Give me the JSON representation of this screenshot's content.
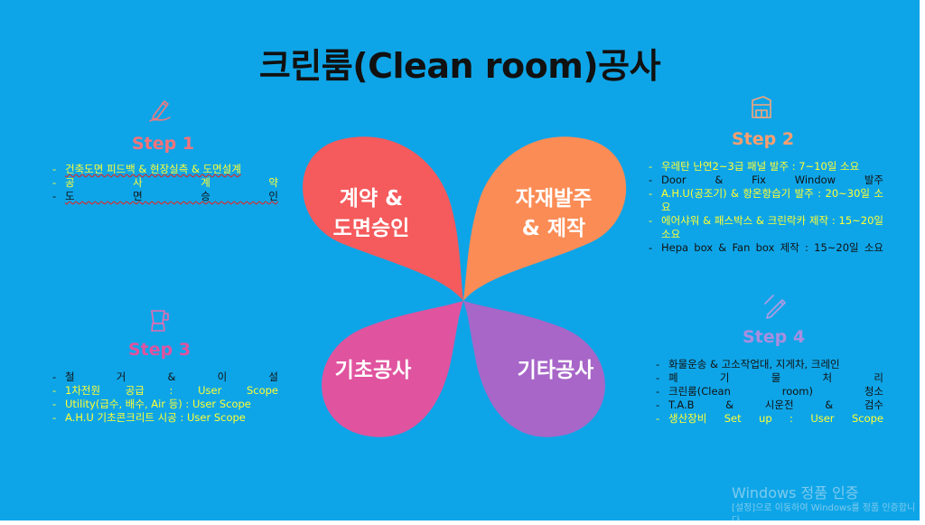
{
  "title": "크린룸(Clean room)공사",
  "petals": [
    {
      "id": "contract",
      "lines": [
        "계약 &",
        "도면승인"
      ],
      "color": "#f55a5c"
    },
    {
      "id": "materials",
      "lines": [
        "자재발주",
        "& 제작"
      ],
      "color": "#fb8c55"
    },
    {
      "id": "foundation",
      "lines": [
        "기초공사"
      ],
      "color": "#e0539f"
    },
    {
      "id": "other",
      "lines": [
        "기타공사"
      ],
      "color": "#a766c8"
    }
  ],
  "steps": [
    {
      "title": "Step 1",
      "title_color": "#f5737a",
      "icon": "pen-writing-icon",
      "items": [
        {
          "text": "건축도면 피드백 & 현장실측 & 도면설계",
          "color": "yellow"
        },
        {
          "text": "공 사 계 약",
          "color": "black"
        },
        {
          "text": "도 면 승 인",
          "color": "black"
        }
      ]
    },
    {
      "title": "Step 2",
      "title_color": "#fb9e6f",
      "icon": "factory-icon",
      "items": [
        {
          "text": "우레탄 난연2~3급 패널 발주 : 7~10일 소요",
          "color": "yellow"
        },
        {
          "text": "Door & Fix Window 발주",
          "color": "black"
        },
        {
          "text": "A.H.U(공조기) & 항온항습기 발주 : 20~30일 소요",
          "color": "yellow"
        },
        {
          "text": "에어샤워 & 패스박스 & 크린락카 제작 : 15~20일 소요",
          "color": "yellow"
        },
        {
          "text": "Hepa box & Fan box 제작 : 15~20일 소요",
          "color": "black"
        }
      ]
    },
    {
      "title": "Step 3",
      "title_color": "#e0539f",
      "icon": "blender-icon",
      "items": [
        {
          "text": "철 거 & 이 설",
          "color": "black"
        },
        {
          "text": "1차전원 공급 : User Scope",
          "color": "yellow"
        },
        {
          "text": "Utility(급수, 배수, Air 등) : User Scope",
          "color": "yellow"
        },
        {
          "text": "A.H.U 기초콘크리트 시공 : User Scope",
          "color": "yellow"
        }
      ]
    },
    {
      "title": "Step 4",
      "title_color": "#a98ee0",
      "icon": "pencil-ruler-icon",
      "items": [
        {
          "text": "화물운송 & 고소작업대, 지게차, 크레인",
          "color": "black"
        },
        {
          "text": "폐 기 물 처 리",
          "color": "black"
        },
        {
          "text": "크린룸(Clean room) 청소",
          "color": "black"
        },
        {
          "text": "T.A.B & 시운전 & 검수",
          "color": "black"
        },
        {
          "text": "생산장비 Set up : User Scope",
          "color": "yellow"
        }
      ]
    }
  ],
  "watermark": {
    "title": "Windows 정품 인증",
    "subtitle": "[설정]으로 이동하여 Windows를 정품 인증합니다."
  }
}
